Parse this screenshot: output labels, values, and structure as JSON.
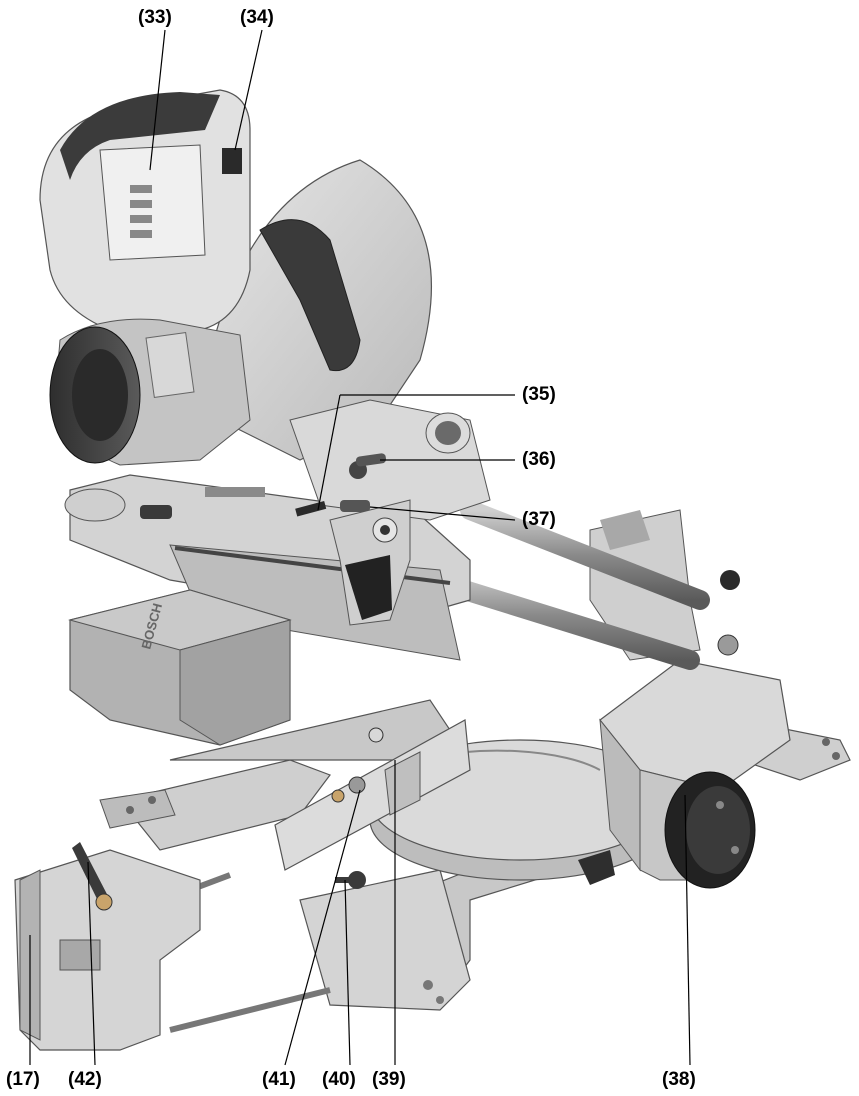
{
  "figure": {
    "callouts": [
      {
        "id": "c33",
        "label": "(33)"
      },
      {
        "id": "c34",
        "label": "(34)"
      },
      {
        "id": "c35",
        "label": "(35)"
      },
      {
        "id": "c36",
        "label": "(36)"
      },
      {
        "id": "c37",
        "label": "(37)"
      },
      {
        "id": "c38",
        "label": "(38)"
      },
      {
        "id": "c39",
        "label": "(39)"
      },
      {
        "id": "c40",
        "label": "(40)"
      },
      {
        "id": "c41",
        "label": "(41)"
      },
      {
        "id": "c42",
        "label": "(42)"
      },
      {
        "id": "c17",
        "label": "(17)"
      }
    ],
    "colors": {
      "light": "#d9d9d9",
      "mid": "#a6a6a6",
      "dark": "#4a4a4a",
      "black": "#1a1a1a",
      "line": "#000000"
    },
    "brand_text": "BOSCH"
  }
}
